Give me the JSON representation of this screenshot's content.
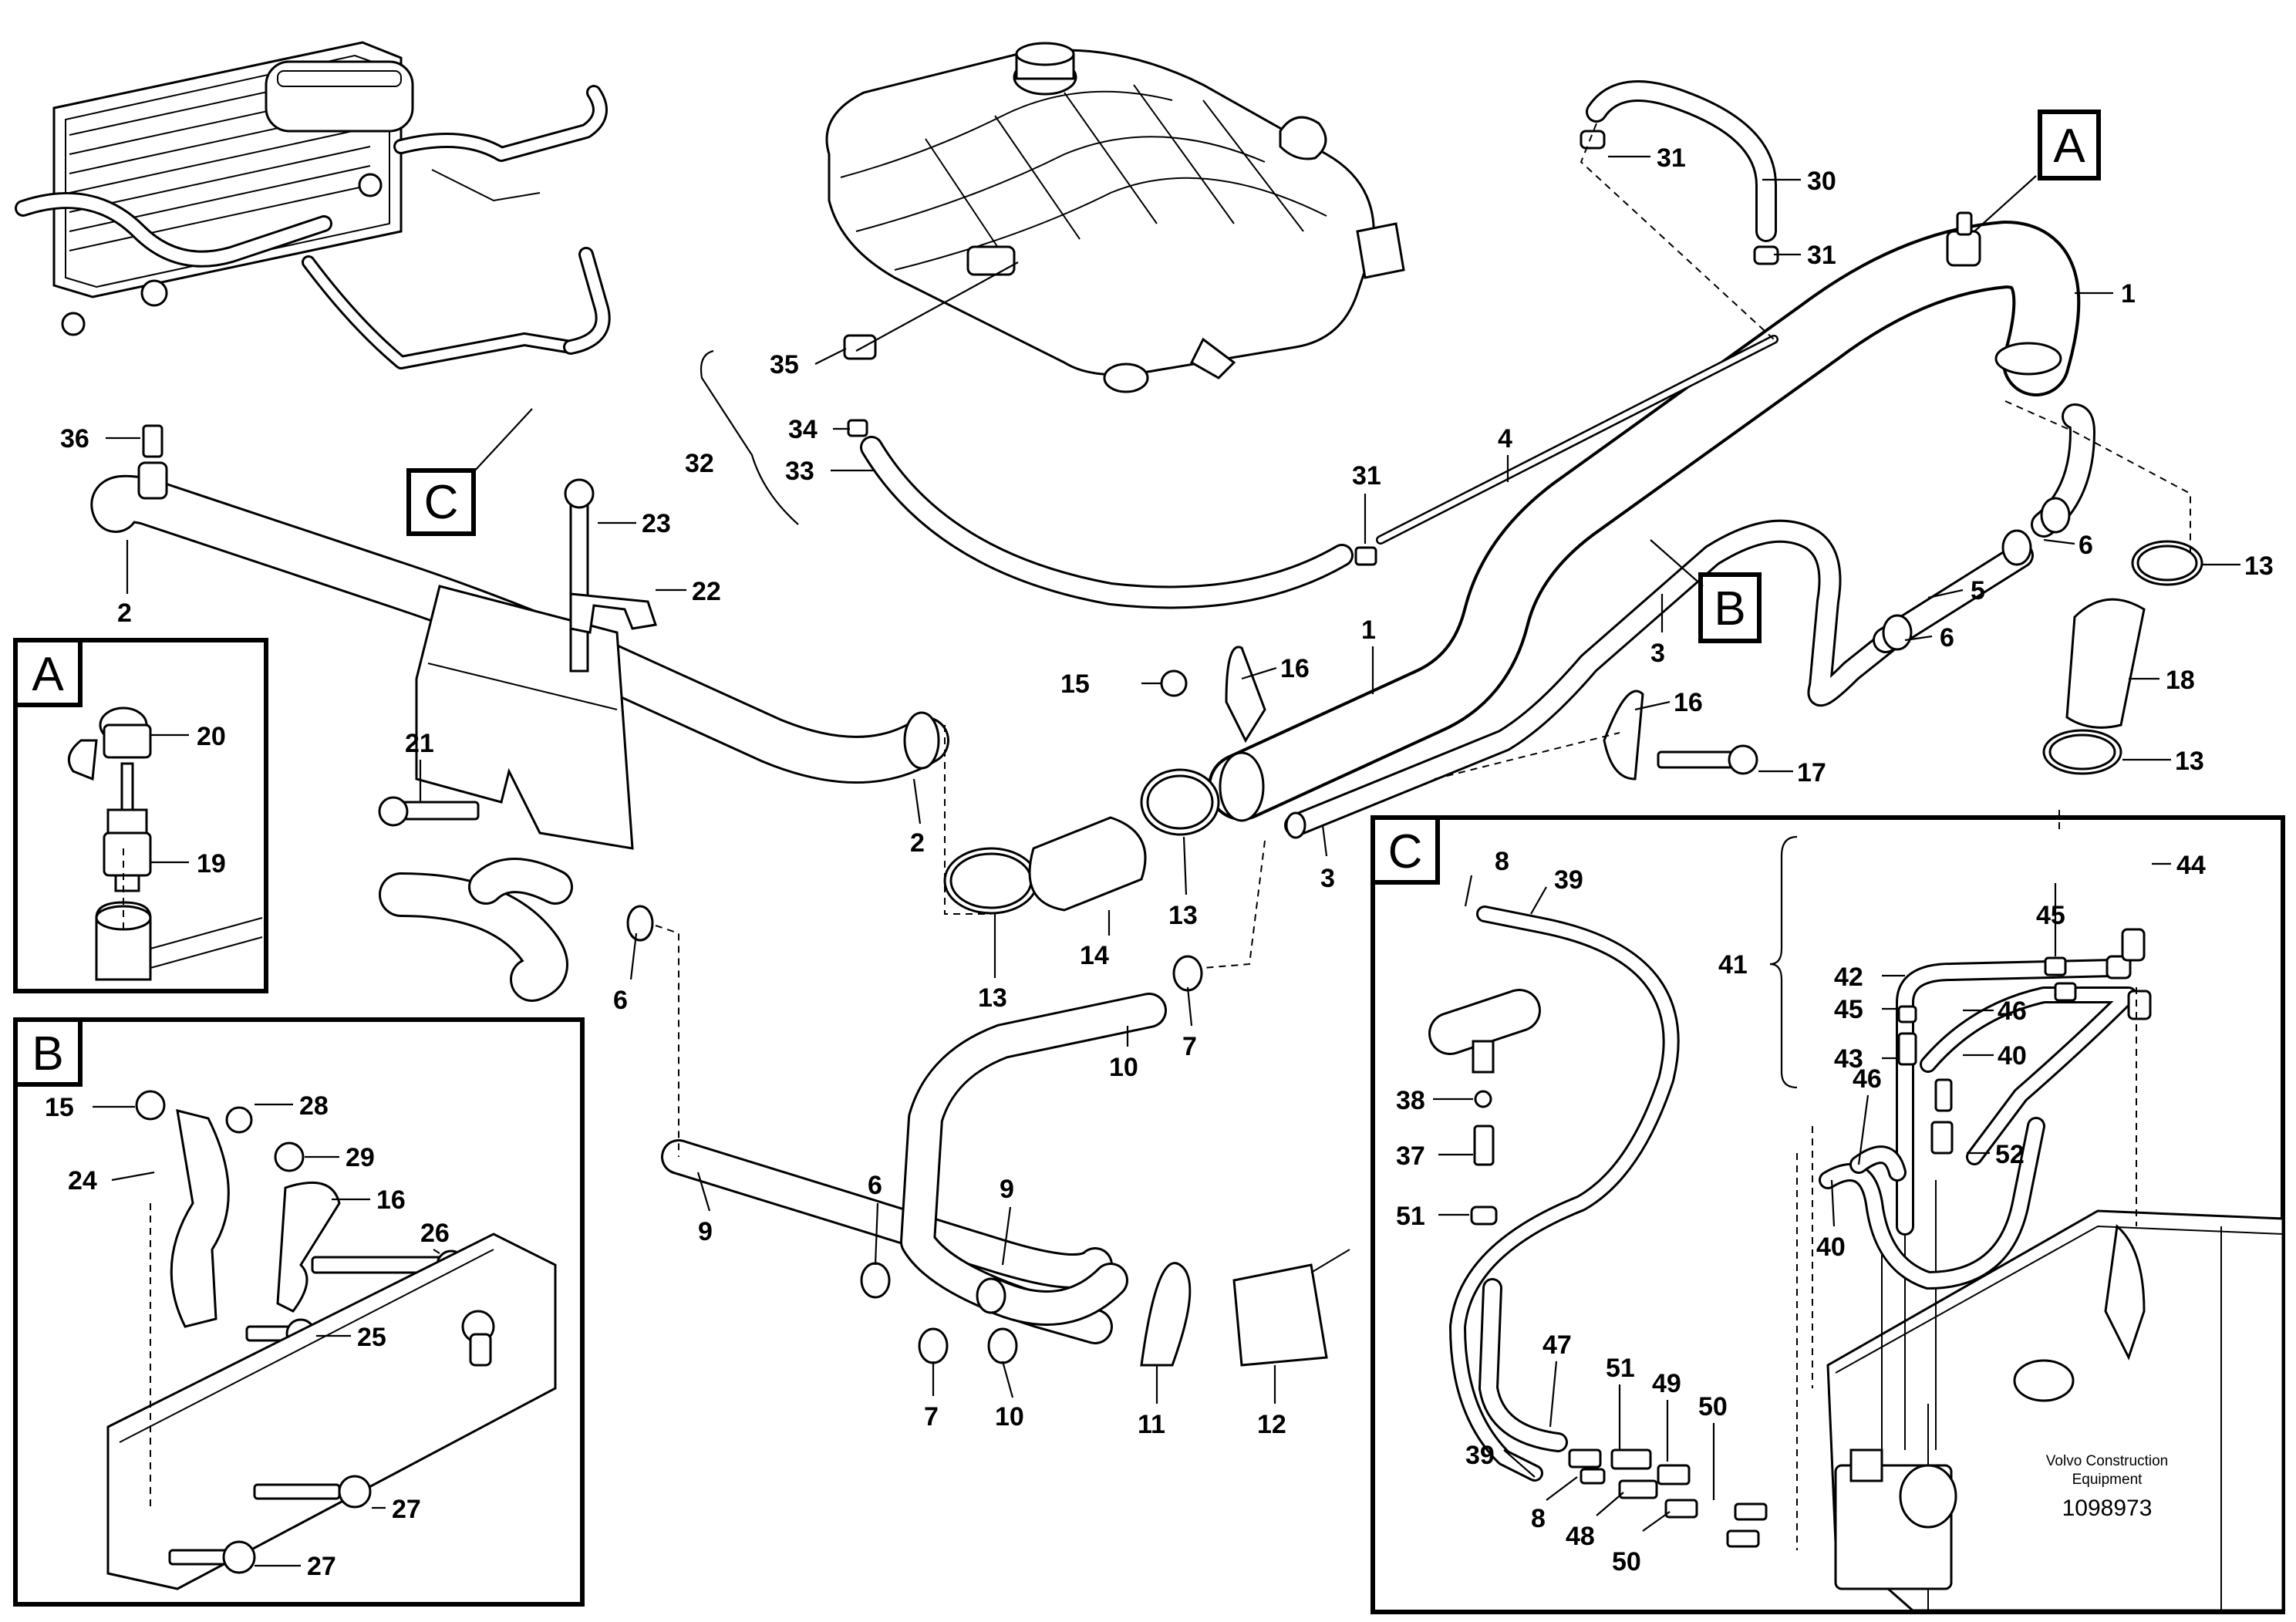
{
  "callouts": {
    "a_main": "A",
    "b_main": "B",
    "c_main": "C",
    "a_panel": "A",
    "b_panel": "B",
    "c_panel": "C"
  },
  "labels": {
    "l1a": "1",
    "l1b": "1",
    "l2a": "2",
    "l2b": "2",
    "l3a": "3",
    "l3b": "3",
    "l4": "4",
    "l5": "5",
    "l6a": "6",
    "l6b": "6",
    "l6c": "6",
    "l6d": "6",
    "l7a": "7",
    "l7b": "7",
    "l8a": "8",
    "l8b": "8",
    "l9a": "9",
    "l9b": "9",
    "l10a": "10",
    "l10b": "10",
    "l11": "11",
    "l12": "12",
    "l13a": "13",
    "l13b": "13",
    "l13c": "13",
    "l13d": "13",
    "l14": "14",
    "l15a": "15",
    "l15b": "15",
    "l16a": "16",
    "l16b": "16",
    "l16c": "16",
    "l17": "17",
    "l18": "18",
    "l19": "19",
    "l20": "20",
    "l21": "21",
    "l22": "22",
    "l23": "23",
    "l24": "24",
    "l25": "25",
    "l26": "26",
    "l27a": "27",
    "l27b": "27",
    "l28": "28",
    "l29": "29",
    "l30": "30",
    "l31a": "31",
    "l31b": "31",
    "l31c": "31",
    "l32": "32",
    "l33": "33",
    "l34": "34",
    "l35": "35",
    "l36": "36",
    "l37": "37",
    "l38": "38",
    "l39a": "39",
    "l39b": "39",
    "l40a": "40",
    "l40b": "40",
    "l41": "41",
    "l42": "42",
    "l43": "43",
    "l44": "44",
    "l45a": "45",
    "l45b": "45",
    "l46a": "46",
    "l46b": "46",
    "l47": "47",
    "l48": "48",
    "l49": "49",
    "l50a": "50",
    "l50b": "50",
    "l51a": "51",
    "l51b": "51",
    "l52": "52"
  },
  "footer": {
    "brand_line1": "Volvo Construction",
    "brand_line2": "Equipment",
    "doc_number": "1098973"
  }
}
